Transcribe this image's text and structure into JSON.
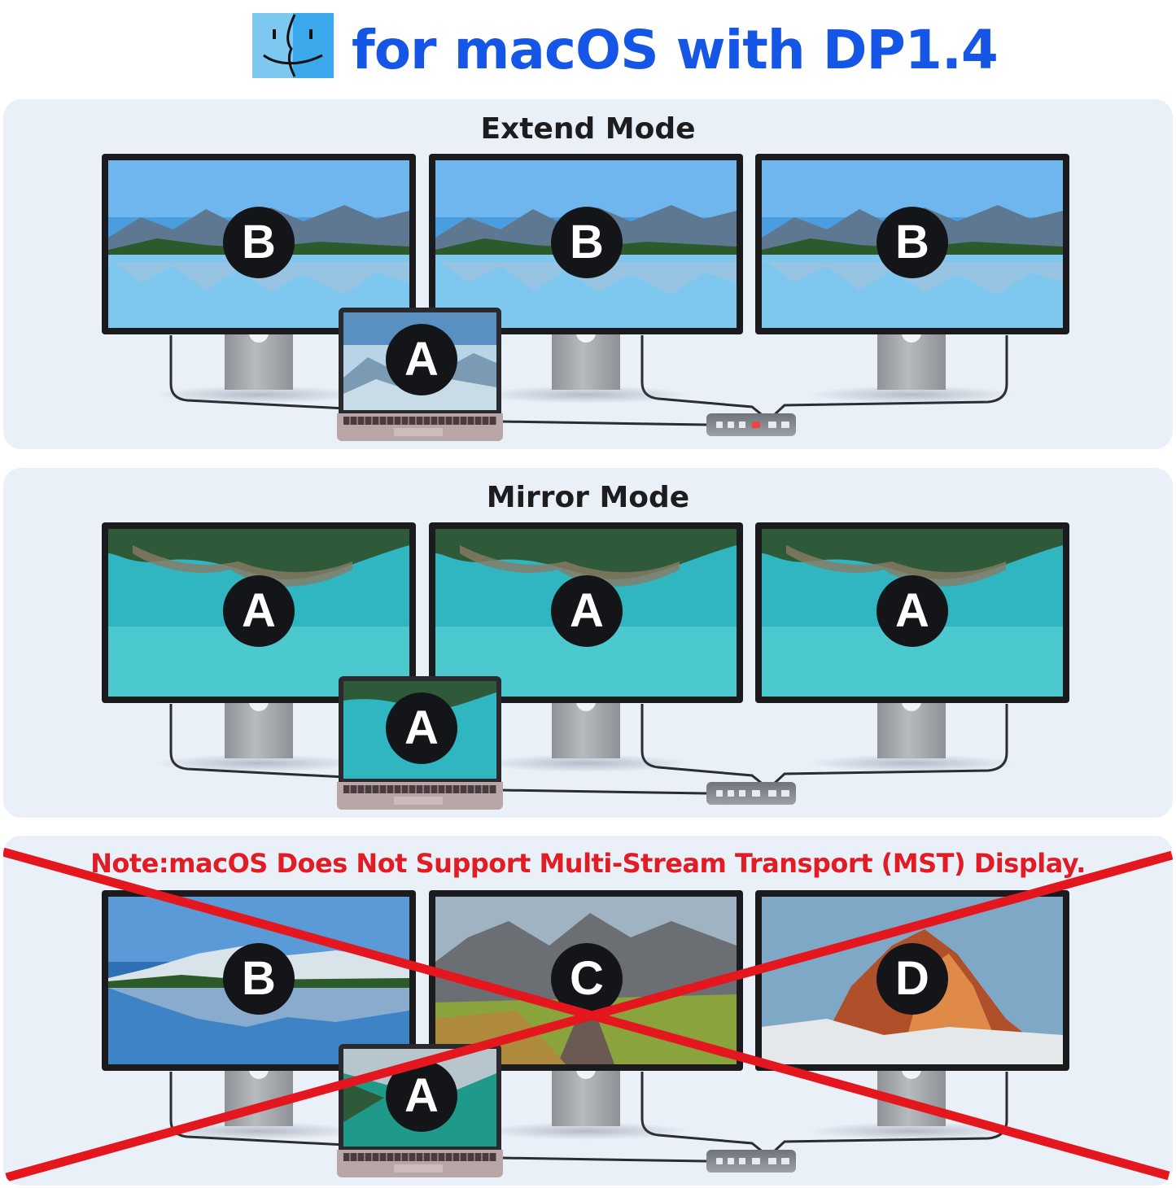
{
  "header": {
    "title": "for macOS with DP1.4",
    "icon": "finder-icon",
    "title_color": "#1556e6"
  },
  "panels": [
    {
      "title": "Extend Mode",
      "monitors": [
        {
          "badge": "B",
          "scene": "mountain-lake"
        },
        {
          "badge": "B",
          "scene": "mountain-lake"
        },
        {
          "badge": "B",
          "scene": "mountain-lake"
        }
      ],
      "laptop": {
        "badge": "A",
        "scene": "misty-mountains"
      }
    },
    {
      "title": "Mirror Mode",
      "monitors": [
        {
          "badge": "A",
          "scene": "turquoise-coast"
        },
        {
          "badge": "A",
          "scene": "turquoise-coast"
        },
        {
          "badge": "A",
          "scene": "turquoise-coast"
        }
      ],
      "laptop": {
        "badge": "A",
        "scene": "turquoise-coast"
      }
    },
    {
      "note": "Note:macOS Does Not Support Multi-Stream Transport (MST) Display.",
      "note_color": "#e11c24",
      "crossed_out": true,
      "monitors": [
        {
          "badge": "B",
          "scene": "mountain-lake-reflection"
        },
        {
          "badge": "C",
          "scene": "alpine-road"
        },
        {
          "badge": "D",
          "scene": "dolomite-peak"
        }
      ],
      "laptop": {
        "badge": "A",
        "scene": "green-lake"
      }
    }
  ]
}
